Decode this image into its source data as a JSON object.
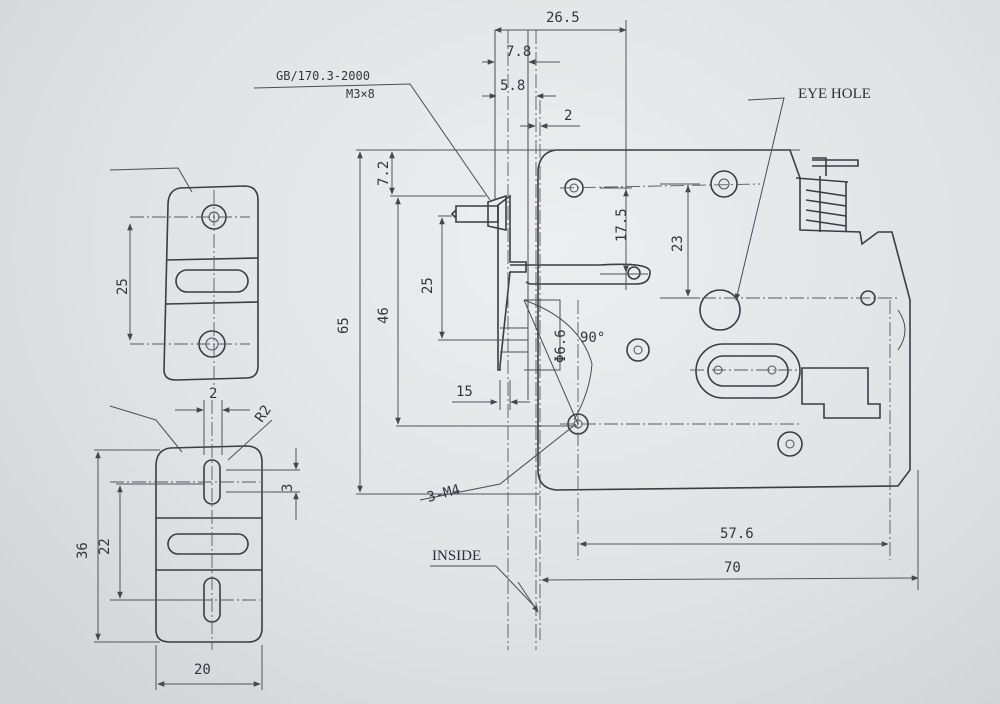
{
  "labels": {
    "eye_hole": "EYE HOLE",
    "inside": "INSIDE",
    "standard": "GB/170.3-2000",
    "screw": "M3×8",
    "tapped_holes": "3-M4",
    "angle": "90°",
    "hole_dia": "Φ6.6",
    "radius": "R2"
  },
  "dims": {
    "d26_5": "26.5",
    "d7_8": "7.8",
    "d5_8": "5.8",
    "d2_top": "2",
    "d7_2": "7.2",
    "d17_5": "17.5",
    "d23": "23",
    "d65": "65",
    "d46": "46",
    "d25_mid": "25",
    "d15": "15",
    "d57_6": "57.6",
    "d70": "70",
    "d25_left": "25",
    "d2_left": "2",
    "d3": "3",
    "d36": "36",
    "d22": "22",
    "d20": "20"
  }
}
